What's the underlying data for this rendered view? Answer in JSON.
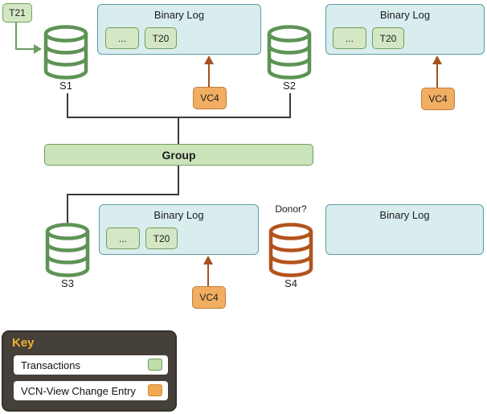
{
  "diagram": {
    "t21_label": "T21",
    "group_label": "Group",
    "donor_label": "Donor?",
    "servers": [
      {
        "label": "S1"
      },
      {
        "label": "S2"
      },
      {
        "label": "S3"
      },
      {
        "label": "S4"
      }
    ],
    "binary_logs": [
      {
        "title": "Binary Log",
        "entries": [
          "...",
          "T20"
        ]
      },
      {
        "title": "Binary Log",
        "entries": [
          "...",
          "T20"
        ]
      },
      {
        "title": "Binary Log",
        "entries": [
          "...",
          "T20"
        ]
      },
      {
        "title": "Binary Log",
        "entries": []
      }
    ],
    "view_change_labels": [
      "VC4",
      "VC4",
      "VC4"
    ]
  },
  "key": {
    "title": "Key",
    "items": [
      {
        "label": "Transactions",
        "swatch_color": "#bfdcab"
      },
      {
        "label": "VCN-View Change Entry",
        "swatch_color": "#f0a955"
      }
    ]
  },
  "colors": {
    "transaction_green_fill": "#d4e7c5",
    "transaction_green_border": "#6fa05b",
    "binary_log_fill": "#d9edee",
    "binary_log_border": "#5b9ba4",
    "view_change_fill": "#f1ad62",
    "view_change_border": "#c07f3a",
    "view_change_arrow": "#a4521f",
    "server_green": "#5e9356",
    "donor_orange": "#b3531d",
    "connector": "#3a3a3a",
    "key_background": "#45403a",
    "key_title": "#f1b12e"
  }
}
